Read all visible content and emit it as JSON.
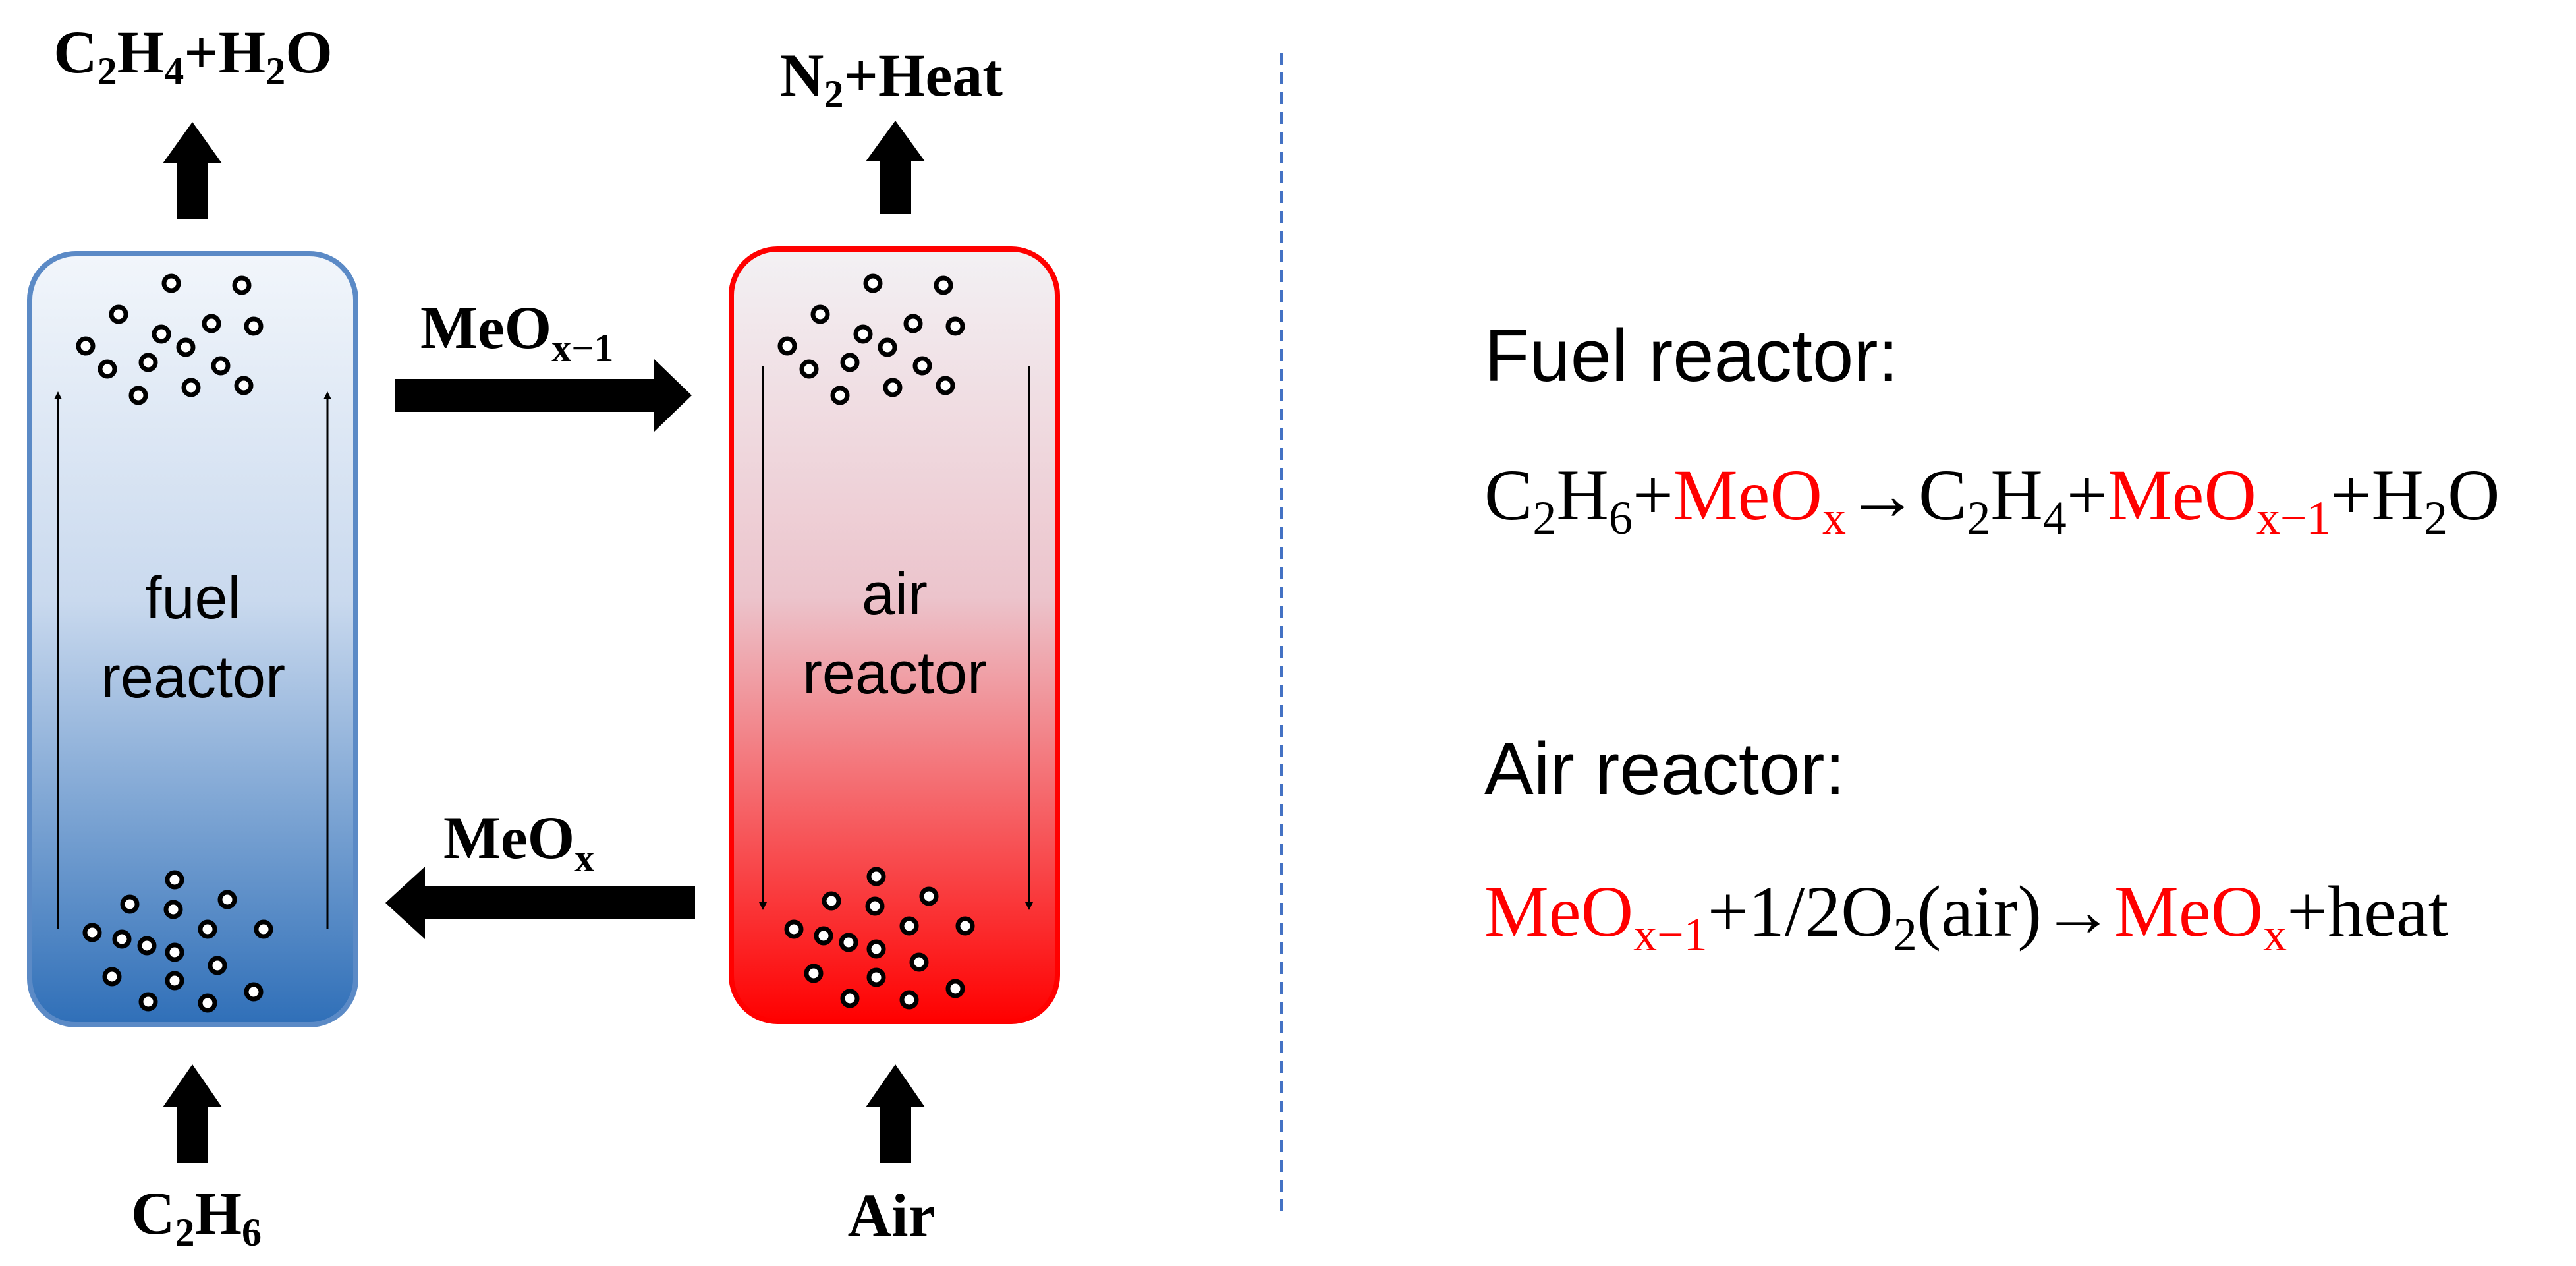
{
  "colors": {
    "fuel_border": "#5b8ac6",
    "fuel_top": "#f2f6fb",
    "fuel_bottom": "#2f6fb8",
    "air_border": "#ff0000",
    "air_top": "#f3f1f4",
    "air_bottom": "#ff0000",
    "red_text": "#ff0000",
    "black": "#000000",
    "divider": "#4472c4"
  },
  "diagram": {
    "fuel_top_product": {
      "a": "C",
      "a_sub": "2",
      "b": "H",
      "b_sub": "4",
      "c": "+H",
      "c_sub": "2",
      "d": "O"
    },
    "air_top_product": {
      "a": "N",
      "a_sub": "2",
      "b": "+Heat"
    },
    "fuel_input": {
      "a": "C",
      "a_sub": "2",
      "b": "H",
      "b_sub": "6"
    },
    "air_input": "Air",
    "fuel_reactor_label": [
      "fuel",
      "reactor"
    ],
    "air_reactor_label": [
      "air",
      "reactor"
    ],
    "transfer_to_air": {
      "main": "MeO",
      "sub": "x−1"
    },
    "transfer_to_fuel": {
      "main": "MeO",
      "sub": "x"
    }
  },
  "equations": {
    "fuel_heading": "Fuel reactor:",
    "air_heading": "Air reactor:",
    "fuel_eq": [
      {
        "t": "C",
        "s": "2",
        "red": false
      },
      {
        "t": "H",
        "s": "6",
        "red": false
      },
      {
        "t": "+",
        "s": "",
        "red": false
      },
      {
        "t": "MeO",
        "s": "x",
        "red": true
      },
      {
        "t": "→C",
        "s": "2",
        "red": false
      },
      {
        "t": "H",
        "s": "4",
        "red": false
      },
      {
        "t": "+",
        "s": "",
        "red": false
      },
      {
        "t": "MeO",
        "s": "x−1",
        "red": true
      },
      {
        "t": "+H",
        "s": "2",
        "red": false
      },
      {
        "t": "O",
        "s": "",
        "red": false
      }
    ],
    "air_eq": [
      {
        "t": "MeO",
        "s": "x−1",
        "red": true
      },
      {
        "t": "+1/2O",
        "s": "2",
        "red": false
      },
      {
        "t": "(air)→",
        "s": "",
        "red": false
      },
      {
        "t": "MeO",
        "s": "x",
        "red": true
      },
      {
        "t": "+heat",
        "s": "",
        "red": false
      }
    ]
  }
}
